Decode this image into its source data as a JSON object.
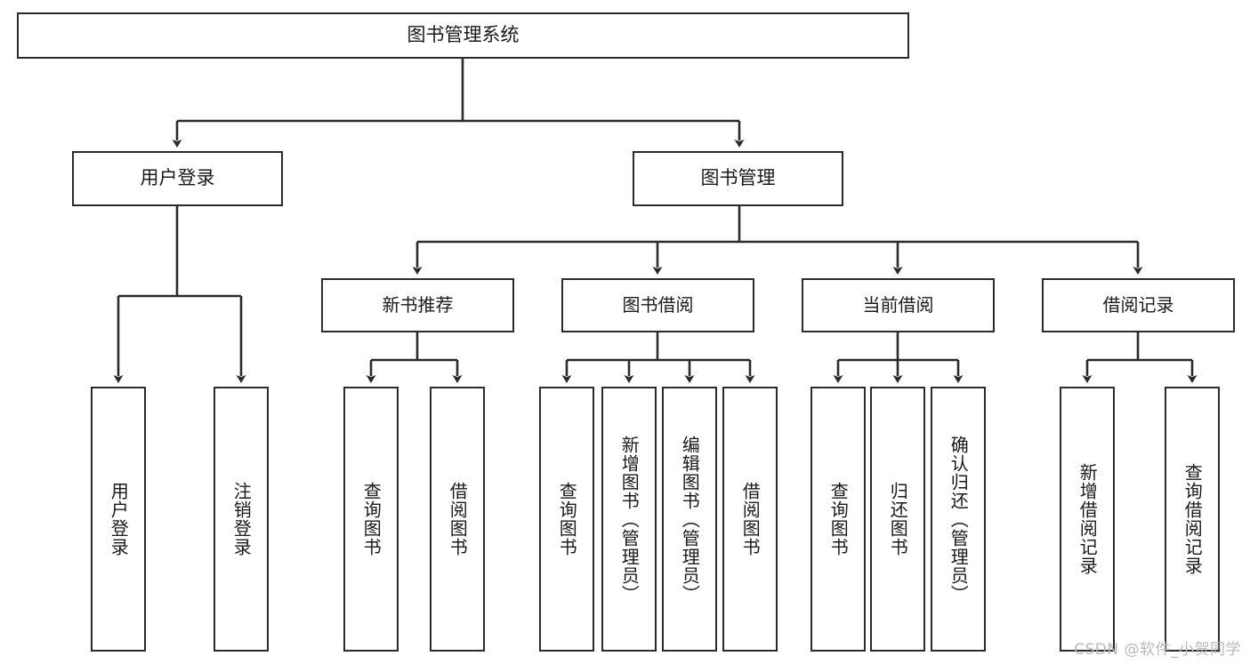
{
  "diagram": {
    "type": "tree-hierarchy",
    "title": "图书管理系统",
    "watermark": "CSDN @软件_小贺同学",
    "colors": {
      "stroke": "#2b2b2b",
      "fill": "#ffffff",
      "text": "#1a1a1a",
      "watermark": "#b9b9b9"
    },
    "nodes": {
      "root": {
        "label": "图书管理系统"
      },
      "level2": [
        {
          "id": "user-login",
          "label": "用户登录"
        },
        {
          "id": "book-manage",
          "label": "图书管理"
        }
      ],
      "level3": [
        {
          "id": "new-book-recommend",
          "label": "新书推荐"
        },
        {
          "id": "book-borrow",
          "label": "图书借阅"
        },
        {
          "id": "current-borrow",
          "label": "当前借阅"
        },
        {
          "id": "borrow-record",
          "label": "借阅记录"
        }
      ],
      "leaves": {
        "user-login": [
          {
            "id": "leaf-user-login",
            "label": "用户登录"
          },
          {
            "id": "leaf-user-logout",
            "label": "注销登录"
          }
        ],
        "new-book-recommend": [
          {
            "id": "leaf-query-book-1",
            "label": "查询图书"
          },
          {
            "id": "leaf-borrow-book-1",
            "label": "借阅图书"
          }
        ],
        "book-borrow": [
          {
            "id": "leaf-query-book-2",
            "label": "查询图书"
          },
          {
            "id": "leaf-add-book",
            "label": "新增图书（管理员）"
          },
          {
            "id": "leaf-edit-book",
            "label": "编辑图书（管理员）"
          },
          {
            "id": "leaf-borrow-book-2",
            "label": "借阅图书"
          }
        ],
        "current-borrow": [
          {
            "id": "leaf-query-book-3",
            "label": "查询图书"
          },
          {
            "id": "leaf-return-book",
            "label": "归还图书"
          },
          {
            "id": "leaf-confirm-return",
            "label": "确认归还（管理员）"
          }
        ],
        "borrow-record": [
          {
            "id": "leaf-add-record",
            "label": "新增借阅记录"
          },
          {
            "id": "leaf-query-record",
            "label": "查询借阅记录"
          }
        ]
      }
    }
  }
}
